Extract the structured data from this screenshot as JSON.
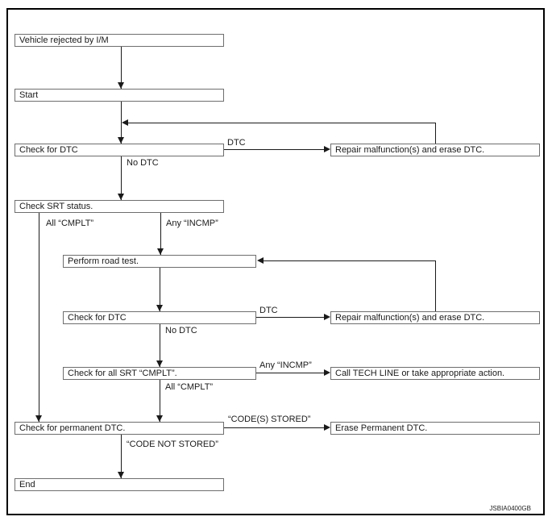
{
  "page": {
    "code_label": "JSBIA0400GB",
    "colors": {
      "frame_border": "#000000",
      "node_border": "#6e6e6e",
      "line": "#1a1a1a",
      "background": "#ffffff"
    }
  },
  "nodes": {
    "vehicle_rejected": {
      "label": "Vehicle rejected by I/M"
    },
    "start": {
      "label": "Start"
    },
    "check_dtc_1": {
      "label": "Check for DTC"
    },
    "repair_1": {
      "label": "Repair malfunction(s) and erase DTC."
    },
    "check_srt": {
      "label": "Check SRT status."
    },
    "road_test": {
      "label": "Perform road test."
    },
    "check_dtc_2": {
      "label": "Check for DTC"
    },
    "repair_2": {
      "label": "Repair malfunction(s) and erase DTC."
    },
    "check_all_srt": {
      "label": "Check for all SRT “CMPLT”."
    },
    "call_tech_line": {
      "label": "Call TECH LINE or take appropriate action."
    },
    "check_permanent": {
      "label": "Check for permanent DTC."
    },
    "erase_permanent": {
      "label": "Erase Permanent DTC."
    },
    "end": {
      "label": "End"
    }
  },
  "edge_labels": {
    "dtc_1": "DTC",
    "no_dtc_1": "No DTC",
    "all_cmplt_1": "All “CMPLT”",
    "any_incmp_1": "Any “INCMP”",
    "dtc_2": "DTC",
    "no_dtc_2": "No DTC",
    "any_incmp_2": "Any “INCMP”",
    "all_cmplt_2": "All “CMPLT”",
    "codes_stored": "“CODE(S) STORED”",
    "code_not_stored": "“CODE NOT STORED”"
  }
}
